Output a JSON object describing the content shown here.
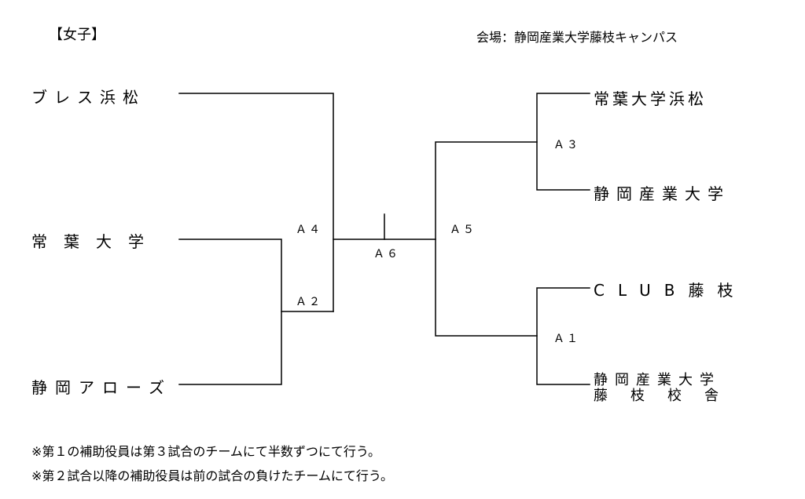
{
  "title": "【女子】",
  "venue": "会場：静岡産業大学藤枝キャンパス",
  "teams_left": [
    "ブレス浜松",
    "常葉大学",
    "静岡アローズ"
  ],
  "teams_right": [
    "常葉大学浜松",
    "静岡産業大学",
    "CLUB藤枝"
  ],
  "team_right_last": [
    "静岡産業大学",
    "藤枝校舎"
  ],
  "matches": {
    "a1": "Ａ１",
    "a2": "Ａ２",
    "a3": "Ａ３",
    "a4": "Ａ４",
    "a5": "Ａ５",
    "a6": "Ａ６"
  },
  "notes": [
    "※第１の補助役員は第３試合のチームにて半数ずつにて行う。",
    "※第２試合以降の補助役員は前の試合の負けたチームにて行う。"
  ]
}
